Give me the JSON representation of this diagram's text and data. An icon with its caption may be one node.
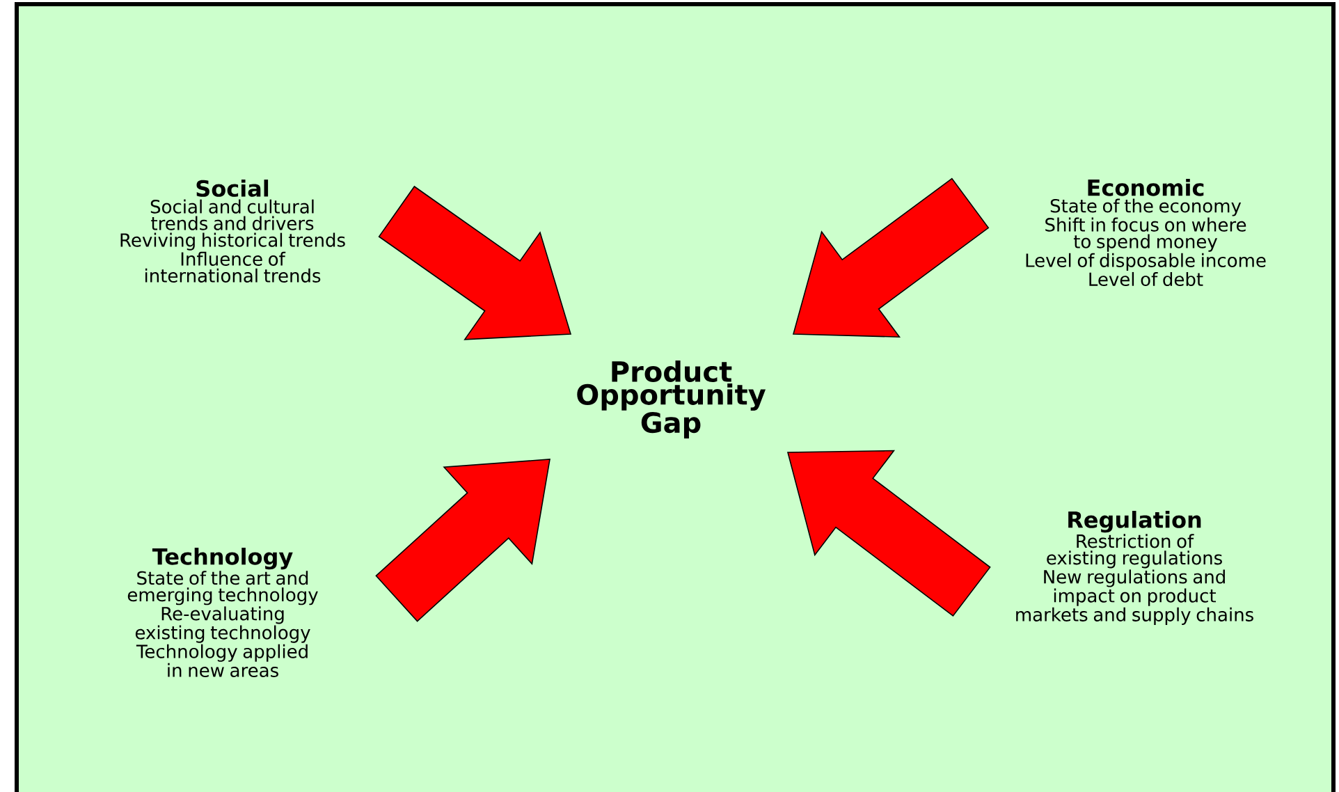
{
  "diagram": {
    "nodes": [
      {
        "text": [
          "Product Opportunity Gap"
        ]
      },
      {
        "text": [
          "Social",
          "Social and cultural trends and drivers",
          "Reviving historical trends",
          "Influence of international trends"
        ]
      },
      {
        "text": [
          "Economic",
          "State of the economy",
          "Shift in focus on where to spend money",
          "Level of disposable income",
          "Level of debt"
        ]
      },
      {
        "text": [
          "Technology",
          "State of the art and emerging technology",
          "Re-evaluating existing technology",
          "Technology applied in new areas"
        ]
      },
      {
        "text": [
          "Regulation",
          "Restriction of existing regulations",
          "New regulations and impact on product markets and supply chains"
        ]
      }
    ],
    "edges": [
      {
        "from": 1,
        "to": 0,
        "arrow": "to"
      },
      {
        "from": 2,
        "to": 0,
        "arrow": "to"
      },
      {
        "from": 3,
        "to": 0,
        "arrow": "to"
      },
      {
        "from": 4,
        "to": 0,
        "arrow": "to"
      }
    ]
  }
}
